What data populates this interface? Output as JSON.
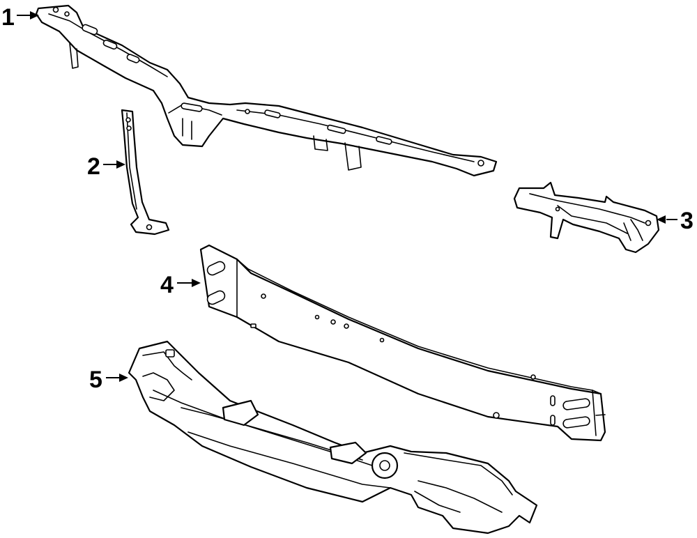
{
  "callouts": [
    {
      "number": "1"
    },
    {
      "number": "2"
    },
    {
      "number": "3"
    },
    {
      "number": "4"
    },
    {
      "number": "5"
    }
  ],
  "colors": {
    "line": "#000000",
    "background": "#ffffff"
  }
}
